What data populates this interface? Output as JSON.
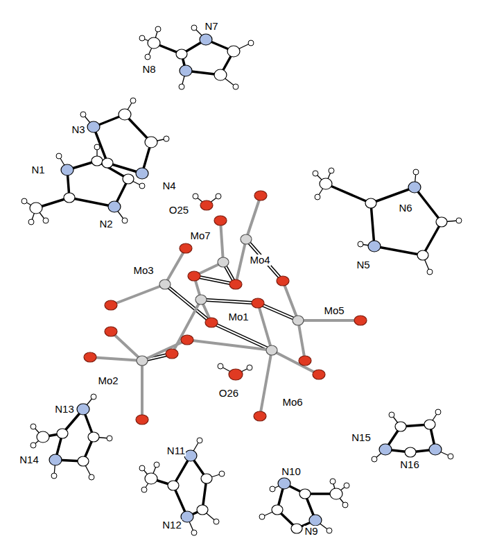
{
  "diagram": {
    "labels": [
      "N7",
      "N8",
      "N3",
      "N1",
      "N4",
      "N6",
      "O25",
      "N2",
      "Mo7",
      "Mo4",
      "N5",
      "Mo3",
      "Mo1",
      "Mo5",
      "Mo2",
      "O26",
      "Mo6",
      "N13",
      "N15",
      "N11",
      "N14",
      "N16",
      "N10",
      "N12",
      "N9"
    ]
  }
}
